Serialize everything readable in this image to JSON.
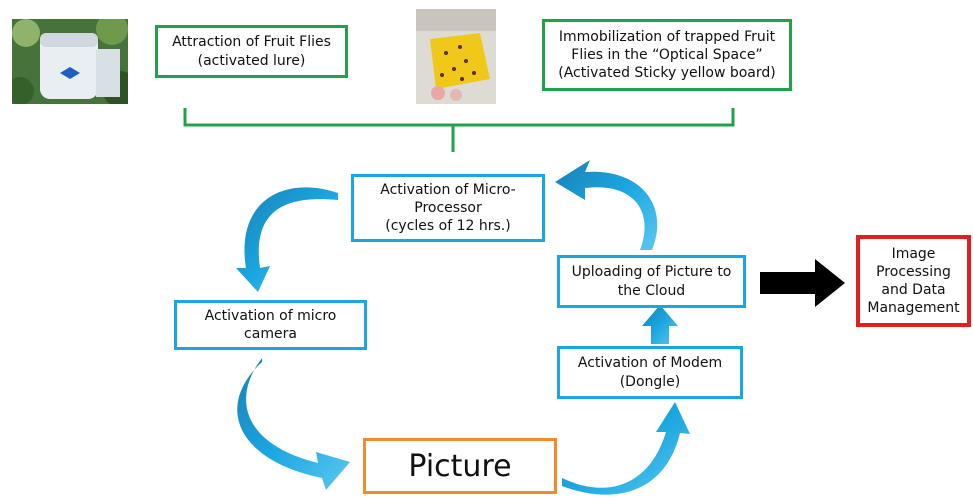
{
  "top": {
    "attraction": "Attraction of Fruit Flies\n(activated lure)",
    "immobilization": "Immobilization of trapped Fruit\nFlies in the “Optical Space”\n(Activated Sticky yellow board)"
  },
  "cycle": {
    "microprocessor": "Activation of Micro-\nProcessor\n(cycles of 12 hrs.)",
    "camera": "Activation of micro\ncamera",
    "picture": "Picture",
    "modem": "Activation of Modem\n(Dongle)",
    "upload": "Uploading of Picture to\nthe Cloud"
  },
  "output": {
    "processing": "Image\nProcessing\nand Data\nManagement"
  },
  "colors": {
    "green": "#1fa24a",
    "blue": "#1aa6e0",
    "red": "#e31e1e",
    "orange": "#f08c2e",
    "black_arrow": "#000000"
  },
  "icons": [
    "trap-photo",
    "sticky-board-photo"
  ]
}
